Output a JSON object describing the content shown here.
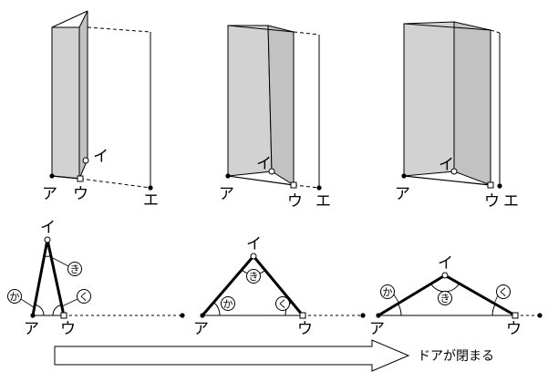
{
  "top_row": {
    "fig1": {
      "a": "ア",
      "i": "イ",
      "u": "ウ",
      "e": "エ"
    },
    "fig2": {
      "a": "ア",
      "i": "イ",
      "u": "ウ",
      "e": "エ"
    },
    "fig3": {
      "a": "ア",
      "i": "イ",
      "u": "ウ",
      "e": "エ"
    }
  },
  "bottom_row": {
    "fig1": {
      "a": "ア",
      "i": "イ",
      "u": "ウ",
      "ka": "か",
      "ki": "き",
      "ku": "く"
    },
    "fig2": {
      "a": "ア",
      "i": "イ",
      "u": "ウ",
      "ka": "か",
      "ki": "き",
      "ku": "く"
    },
    "fig3": {
      "a": "ア",
      "i": "イ",
      "u": "ウ",
      "ka": "か",
      "ki": "き",
      "ku": "く"
    }
  },
  "arrow": {
    "caption": "ドアが閉まる"
  },
  "colors": {
    "panel_fill": "#d2d2d2",
    "stroke": "#000000"
  }
}
